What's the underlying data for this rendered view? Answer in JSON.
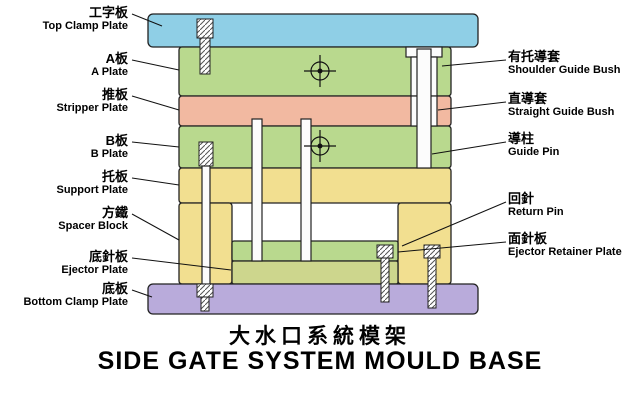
{
  "title": {
    "cn": "大水口系統模架",
    "en": "SIDE GATE SYSTEM MOULD BASE"
  },
  "labels": {
    "left": [
      {
        "cn": "工字板",
        "en": "Top Clamp Plate"
      },
      {
        "cn": "A板",
        "en": "A Plate"
      },
      {
        "cn": "推板",
        "en": "Stripper Plate"
      },
      {
        "cn": "B板",
        "en": "B Plate"
      },
      {
        "cn": "托板",
        "en": "Support Plate"
      },
      {
        "cn": "方鐵",
        "en": "Spacer Block"
      },
      {
        "cn": "底針板",
        "en": "Ejector Plate"
      },
      {
        "cn": "底板",
        "en": "Bottom Clamp Plate"
      }
    ],
    "right": [
      {
        "cn": "有托導套",
        "en": "Shoulder Guide Bush"
      },
      {
        "cn": "直導套",
        "en": "Straight Guide Bush"
      },
      {
        "cn": "導柱",
        "en": "Guide Pin"
      },
      {
        "cn": "回針",
        "en": "Return Pin"
      },
      {
        "cn": "面針板",
        "en": "Ejector Retainer Plate"
      }
    ]
  },
  "colors": {
    "top_clamp": "#8fcfe6",
    "green_plate": "#b9d98e",
    "stripper": "#f2b9a1",
    "yellow_plate": "#f2df90",
    "ejector_plate": "#cdd68d",
    "bottom_clamp": "#b9abdb",
    "pin_fill": "#fcfcfc",
    "outline": "#222222"
  }
}
